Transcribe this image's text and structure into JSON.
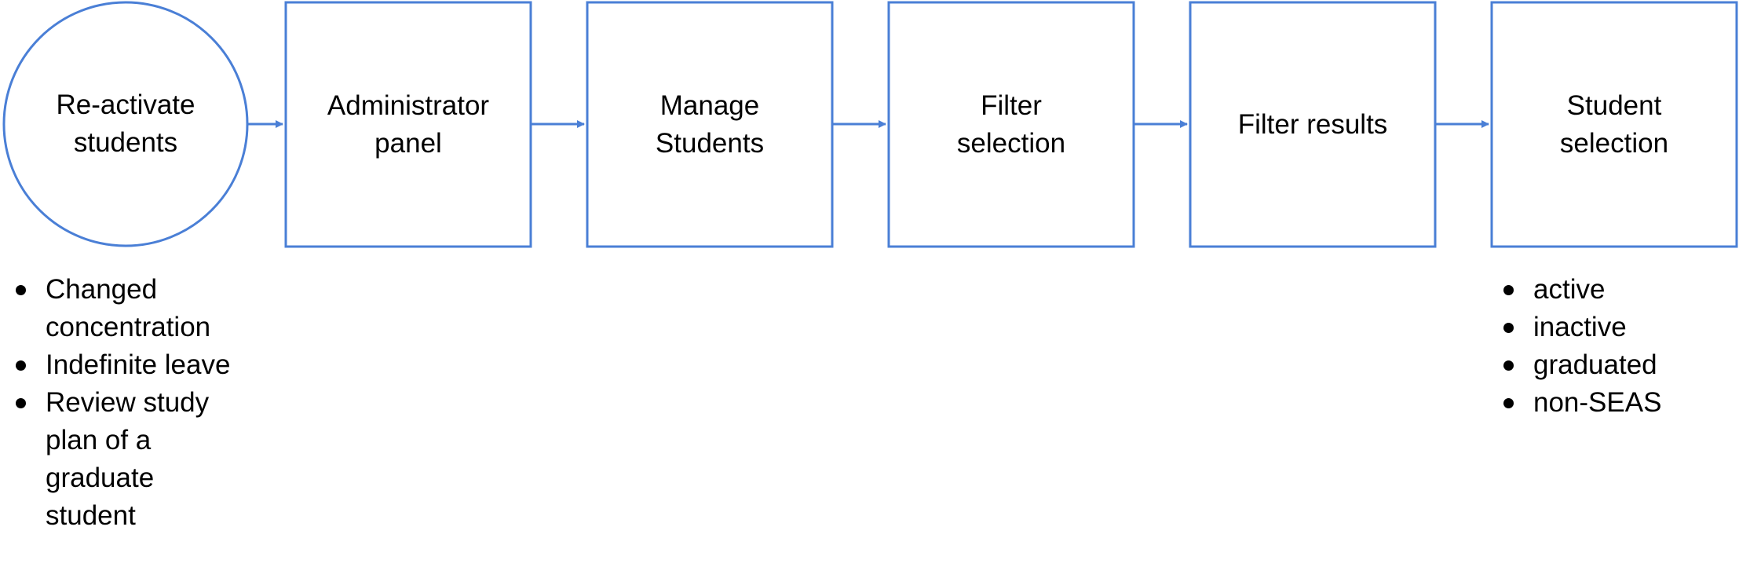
{
  "diagram": {
    "stroke_color": "#4a7fd6",
    "nodes": [
      {
        "id": "start",
        "shape": "circle",
        "label": "Re-activate\nstudents"
      },
      {
        "id": "admin",
        "shape": "rect",
        "label": "Administrator\npanel"
      },
      {
        "id": "manage",
        "shape": "rect",
        "label": "Manage\nStudents"
      },
      {
        "id": "filter-sel",
        "shape": "rect",
        "label": "Filter\nselection"
      },
      {
        "id": "filter-res",
        "shape": "rect",
        "label": "Filter results"
      },
      {
        "id": "student-sel",
        "shape": "rect",
        "label": "Student\nselection"
      }
    ],
    "edges": [
      {
        "from": "start",
        "to": "admin"
      },
      {
        "from": "admin",
        "to": "manage"
      },
      {
        "from": "manage",
        "to": "filter-sel"
      },
      {
        "from": "filter-sel",
        "to": "filter-res"
      },
      {
        "from": "filter-res",
        "to": "student-sel"
      }
    ]
  },
  "reasons": [
    "Changed concentration",
    "Indefinite leave",
    "Review study plan of a graduate student"
  ],
  "statuses": [
    "active",
    "inactive",
    "graduated",
    "non-SEAS"
  ]
}
